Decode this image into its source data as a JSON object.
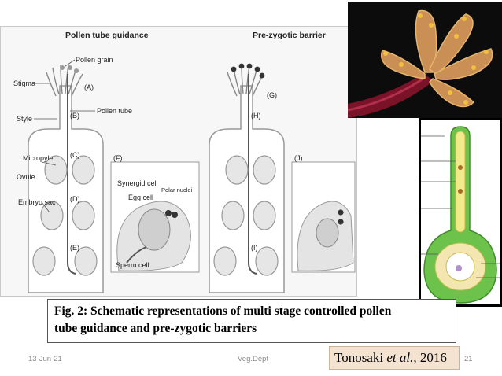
{
  "figure": {
    "titles": {
      "left": "Pollen tube guidance",
      "right": "Pre-zygotic barrier"
    },
    "labels": {
      "pollen_grain": "Pollen grain",
      "stigma": "Stigma",
      "style": "Style",
      "pollen_tube": "Pollen tube",
      "micropyle": "Micropyle",
      "ovule": "Ovule",
      "embryo_sac": "Embryo sac",
      "synergid_cell": "Synergid cell",
      "egg_cell": "Egg cell",
      "polar_nuclei": "Polar nuclei",
      "sperm_cell": "Sperm cell"
    },
    "panels": {
      "A": "(A)",
      "B": "(B)",
      "C": "(C)",
      "D": "(D)",
      "E": "(E)",
      "F": "(F)",
      "G": "(G)",
      "H": "(H)",
      "I": "(I)",
      "J": "(J)"
    }
  },
  "photos": {
    "flower_icon": "flower-pistil-photo",
    "pistil_icon": "pistil-cross-section-diagram"
  },
  "caption": {
    "line1": "Fig. 2: Schematic representations of multi stage controlled pollen",
    "line2": "tube guidance and pre-zygotic barriers"
  },
  "reference": {
    "authors": "Tonosaki ",
    "etal": "et al.",
    "year": ", 2016"
  },
  "footer": {
    "date": "13-Jun-21",
    "dept": "Veg.Dept",
    "page": "21"
  },
  "colors": {
    "highlight_box": "#f3e3d0",
    "pistil_green": "#6cc24a",
    "style_yellow": "#f2ea8a"
  }
}
